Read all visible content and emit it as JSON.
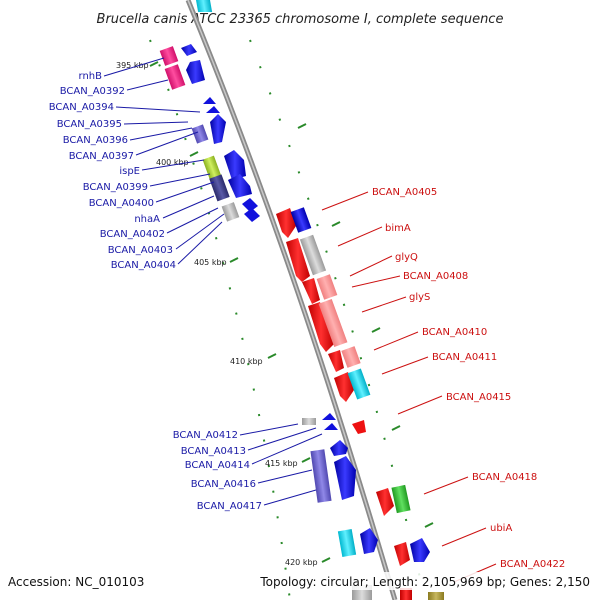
{
  "title": "Brucella canis ATCC 23365 chromosome I, complete sequence",
  "footer": {
    "accession": "Accession: NC_010103",
    "topology": "Topology: circular; Length: 2,105,969 bp; Genes: 2,150"
  },
  "scale_labels": [
    "395 kbp",
    "400 kbp",
    "405 kbp",
    "410 kbp",
    "415 kbp",
    "420 kbp"
  ],
  "left_genes": [
    "rnhB",
    "BCAN_A0392",
    "BCAN_A0394",
    "BCAN_A0395",
    "BCAN_A0396",
    "BCAN_A0397",
    "ispE",
    "BCAN_A0399",
    "BCAN_A0400",
    "nhaA",
    "BCAN_A0402",
    "BCAN_A0403",
    "BCAN_A0404",
    "BCAN_A0412",
    "BCAN_A0413",
    "BCAN_A0414",
    "BCAN_A0416",
    "BCAN_A0417"
  ],
  "right_genes": [
    "BCAN_A0405",
    "bimA",
    "glyQ",
    "BCAN_A0408",
    "glyS",
    "BCAN_A0410",
    "BCAN_A0411",
    "BCAN_A0415",
    "BCAN_A0418",
    "ubiA",
    "BCAN_A0422"
  ],
  "colors": {
    "forward_gene": "#ff1111",
    "reverse_gene": "#1111dd",
    "left_label": "#1a1aa6",
    "right_label": "#cc1111",
    "backbone": "#8a8a8a",
    "scale_tick": "#2a8a2a"
  }
}
